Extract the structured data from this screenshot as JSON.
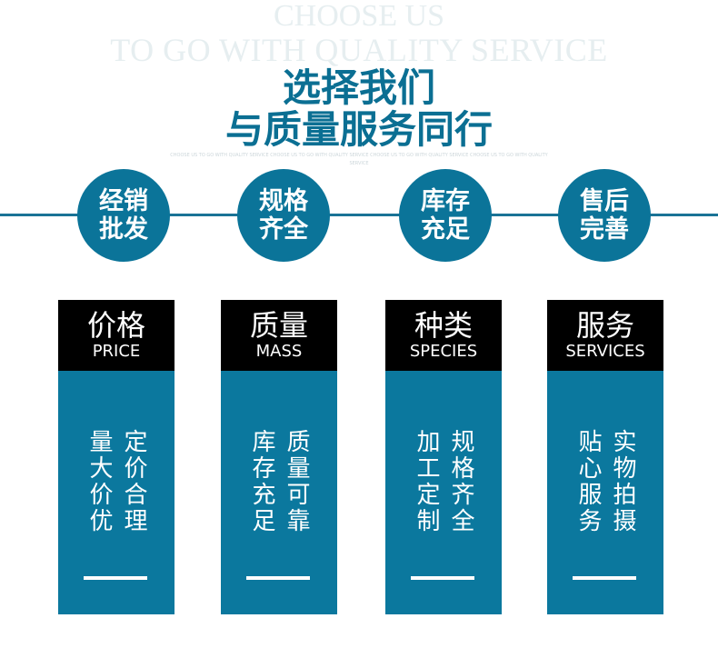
{
  "background_text": {
    "line1": "CHOOSE US",
    "line2": "TO GO WITH QUALITY SERVICE",
    "small": "CHOOSE US TO GO WITH QUALITY SERVICE CHOOSE US TO GO WITH QUALITY SERVICE CHOOSE US TO GO WITH QUALITY SERVICE CHOOSE US TO GO WITH QUALITY SERVICE"
  },
  "title": {
    "line1": "选择我们",
    "line2": "与质量服务同行"
  },
  "colors": {
    "accent": "#0b7499",
    "header": "#000000"
  },
  "circles": [
    {
      "l1": "经销",
      "l2": "批发"
    },
    {
      "l1": "规格",
      "l2": "齐全"
    },
    {
      "l1": "库存",
      "l2": "充足"
    },
    {
      "l1": "售后",
      "l2": "完善"
    }
  ],
  "cards": [
    {
      "cn": "价格",
      "en": "PRICE",
      "right": "定价合理",
      "left": "量大价优"
    },
    {
      "cn": "质量",
      "en": "MASS",
      "right": "质量可靠",
      "left": "库存充足"
    },
    {
      "cn": "种类",
      "en": "SPECIES",
      "right": "规格齐全",
      "left": "加工定制"
    },
    {
      "cn": "服务",
      "en": "SERVICES",
      "right": "实物拍摄",
      "left": "贴心服务"
    }
  ]
}
